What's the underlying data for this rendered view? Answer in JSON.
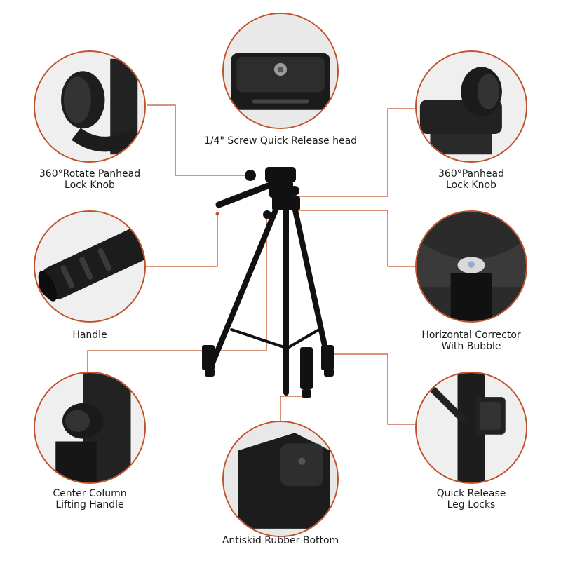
{
  "accent_color": "#c0532b",
  "product": "tripod",
  "callouts": {
    "quick_release": {
      "label": "1/4\" Screw Quick Release head",
      "icon": "quick-release-plate-icon"
    },
    "rotate_knob": {
      "line1": "360°Rotate Panhead",
      "line2": "Lock Knob",
      "icon": "panhead-knob-icon"
    },
    "panhead_knob": {
      "line1": "360°Panhead",
      "line2": "Lock Knob",
      "icon": "lock-knob-icon"
    },
    "handle": {
      "label": "Handle",
      "icon": "handle-grip-icon"
    },
    "horizontal_corrector": {
      "line1": "Horizontal Corrector",
      "line2": "With Bubble",
      "icon": "bubble-level-icon"
    },
    "center_column": {
      "line1": "Center Column",
      "line2": "Lifting Handle",
      "icon": "column-handle-icon"
    },
    "antiskid": {
      "label": "Antiskid Rubber Bottom",
      "icon": "rubber-foot-icon"
    },
    "leg_locks": {
      "line1": "Quick Release",
      "line2": "Leg Locks",
      "icon": "leg-lock-icon"
    }
  }
}
